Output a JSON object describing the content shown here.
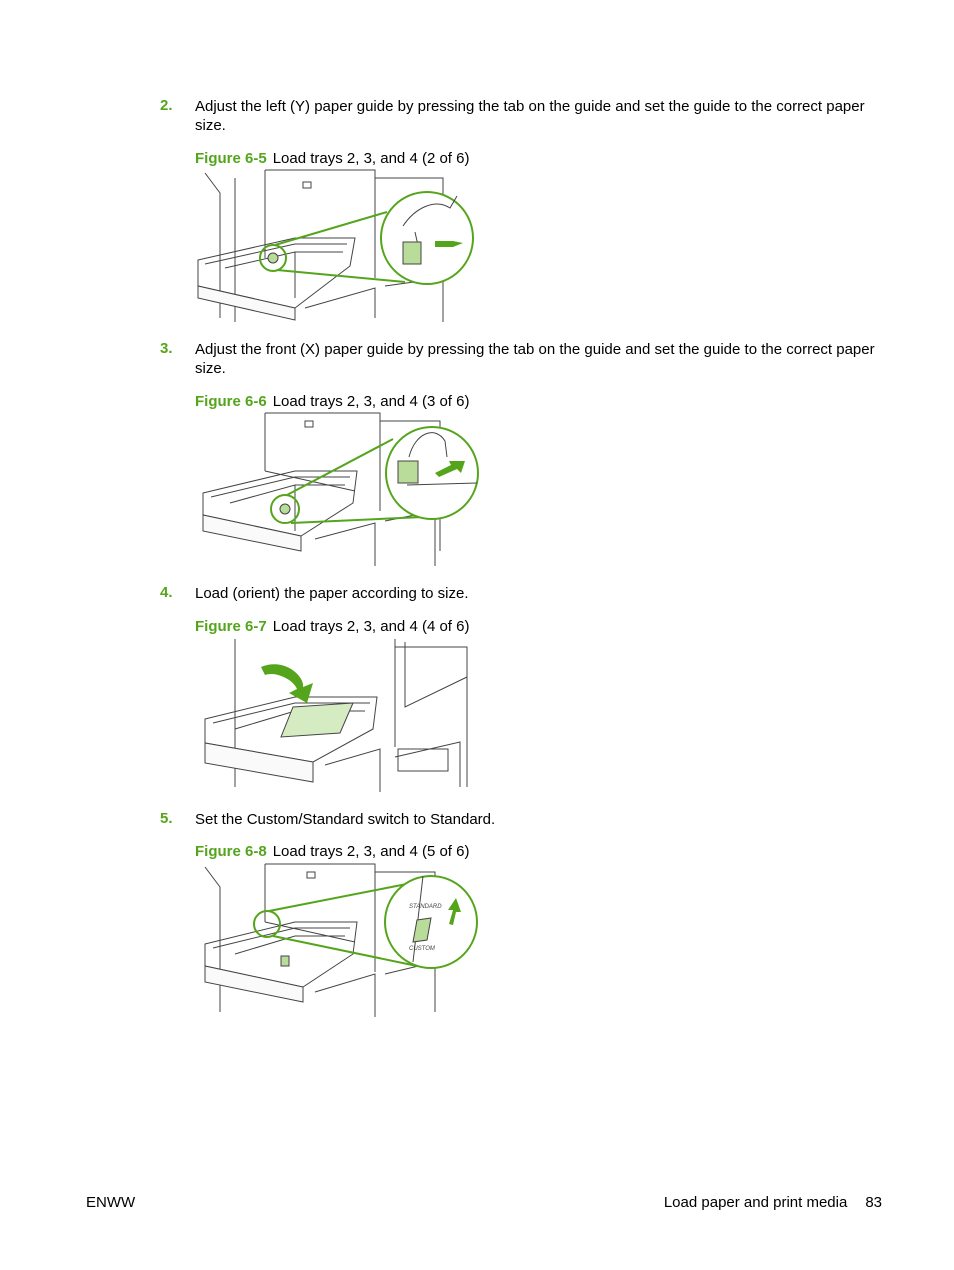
{
  "steps": [
    {
      "number": "2.",
      "text": "Adjust the left (Y) paper guide by pressing the tab on the guide and set the guide to the correct paper size.",
      "figure_label": "Figure 6-5",
      "figure_caption": "Load trays 2, 3, and 4 (2 of 6)"
    },
    {
      "number": "3.",
      "text": "Adjust the front (X) paper guide by pressing the tab on the guide and set the guide to the correct paper size.",
      "figure_label": "Figure 6-6",
      "figure_caption": "Load trays 2, 3, and 4 (3 of 6)"
    },
    {
      "number": "4.",
      "text": "Load (orient) the paper according to size.",
      "figure_label": "Figure 6-7",
      "figure_caption": "Load trays 2, 3, and 4 (4 of 6)"
    },
    {
      "number": "5.",
      "text": "Set the Custom/Standard switch to Standard.",
      "figure_label": "Figure 6-8",
      "figure_caption": "Load trays 2, 3, and 4 (5 of 6)",
      "switch_labels": {
        "standard": "STANDARD",
        "custom": "CUSTOM"
      }
    }
  ],
  "footer": {
    "left": "ENWW",
    "section": "Load paper and print media",
    "page_number": "83"
  },
  "colors": {
    "accent": "#55a51c",
    "text": "#000000"
  }
}
